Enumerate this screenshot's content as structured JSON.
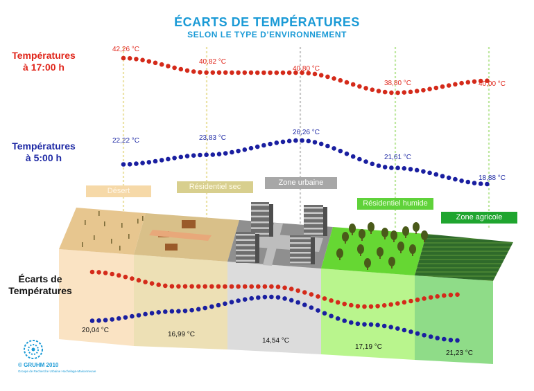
{
  "title": {
    "line1": "ÉCARTS DE TEMPÉRATURES",
    "line2": "SELON LE TYPE D’ENVIRONNEMENT"
  },
  "row_labels": {
    "t17_line1": "Températures",
    "t17_line2": "à 17:00 h",
    "t5_line1": "Températures",
    "t5_line2": "à 5:00 h",
    "ecarts_line1": "Écarts de",
    "ecarts_line2": "Températures"
  },
  "colors": {
    "red": "#d42a1a",
    "blue": "#1a1fa0",
    "title": "#1a9ad6"
  },
  "zones": [
    {
      "label": "Désert",
      "t17": "42,26 °C",
      "t5": "22,22 °C",
      "ecart": "20,04 °C"
    },
    {
      "label": "Résidentiel sec",
      "t17": "40,82 °C",
      "t5": "23,83 °C",
      "ecart": "16,99 °C"
    },
    {
      "label": "Zone urbaine",
      "t17": "40,80 °C",
      "t5": "26,26 °C",
      "ecart": "14,54 °C"
    },
    {
      "label": "Résidentiel humide",
      "t17": "38,80 °C",
      "t5": "21,61 °C",
      "ecart": "17,19 °C"
    },
    {
      "label": "Zone agricole",
      "t17": "40,00 °C",
      "t5": "18,88 °C",
      "ecart": "21,23 °C"
    }
  ],
  "chart_data": {
    "type": "line",
    "categories": [
      "Désert",
      "Résidentiel sec",
      "Zone urbaine",
      "Résidentiel humide",
      "Zone agricole"
    ],
    "series": [
      {
        "name": "Températures à 17:00 h",
        "values": [
          42.26,
          40.82,
          40.8,
          38.8,
          40.0
        ]
      },
      {
        "name": "Températures à 5:00 h",
        "values": [
          22.22,
          23.83,
          26.26,
          21.61,
          18.88
        ]
      },
      {
        "name": "Écarts de Températures",
        "values": [
          20.04,
          16.99,
          14.54,
          17.19,
          21.23
        ]
      }
    ]
  },
  "footer": {
    "copyright": "© GRUHM 2010",
    "subtitle": "Groupe de Recherche Urbaine Hochelaga-Maisonneuve"
  }
}
